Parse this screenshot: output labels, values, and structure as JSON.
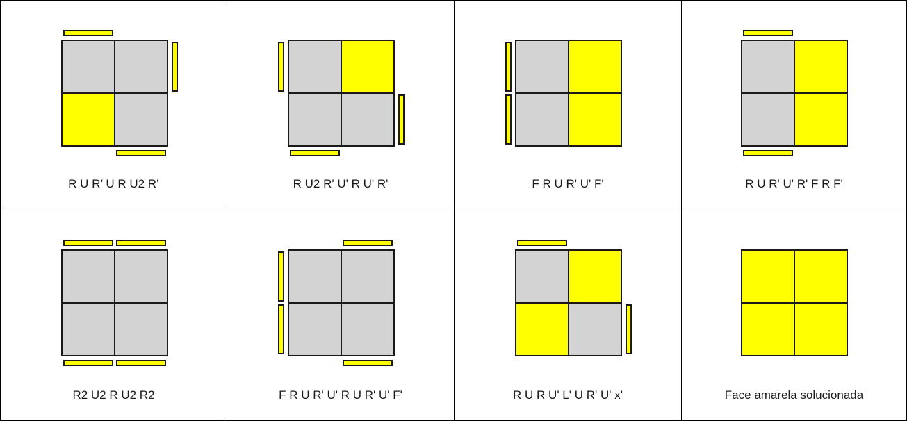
{
  "colors": {
    "yellow": "#ffff00",
    "gray": "#d3d3d3",
    "outline": "#1a1a1a"
  },
  "cases": [
    {
      "algorithm": "R U R’ U R U2 R’",
      "top_face": [
        [
          "gray",
          "gray"
        ],
        [
          "yellow",
          "gray"
        ]
      ],
      "side_stickers": [
        "back-left",
        "right-top",
        "front-right"
      ]
    },
    {
      "algorithm": "R U2 R' U' R U' R'",
      "top_face": [
        [
          "gray",
          "yellow"
        ],
        [
          "gray",
          "gray"
        ]
      ],
      "side_stickers": [
        "left-top",
        "right-bottom",
        "front-left"
      ]
    },
    {
      "algorithm": "F R U R' U' F'",
      "top_face": [
        [
          "gray",
          "yellow"
        ],
        [
          "gray",
          "yellow"
        ]
      ],
      "side_stickers": [
        "left-top",
        "left-bottom"
      ]
    },
    {
      "algorithm": "R U R' U' R' F R F'",
      "top_face": [
        [
          "gray",
          "yellow"
        ],
        [
          "gray",
          "yellow"
        ]
      ],
      "side_stickers": [
        "back-left",
        "front-left"
      ]
    },
    {
      "algorithm": "R2 U2 R U2 R2",
      "top_face": [
        [
          "gray",
          "gray"
        ],
        [
          "gray",
          "gray"
        ]
      ],
      "side_stickers": [
        "back-left",
        "back-right",
        "front-left",
        "front-right"
      ]
    },
    {
      "algorithm": "F R U R' U' R U R' U' F'",
      "top_face": [
        [
          "gray",
          "gray"
        ],
        [
          "gray",
          "gray"
        ]
      ],
      "side_stickers": [
        "back-right",
        "left-top",
        "left-bottom",
        "front-right"
      ]
    },
    {
      "algorithm": "R U R U' L' U R' U' x'",
      "top_face": [
        [
          "gray",
          "yellow"
        ],
        [
          "yellow",
          "gray"
        ]
      ],
      "side_stickers": [
        "back-left",
        "right-bottom"
      ]
    },
    {
      "algorithm": "Face amarela solucionada",
      "top_face": [
        [
          "yellow",
          "yellow"
        ],
        [
          "yellow",
          "yellow"
        ]
      ],
      "side_stickers": []
    }
  ]
}
